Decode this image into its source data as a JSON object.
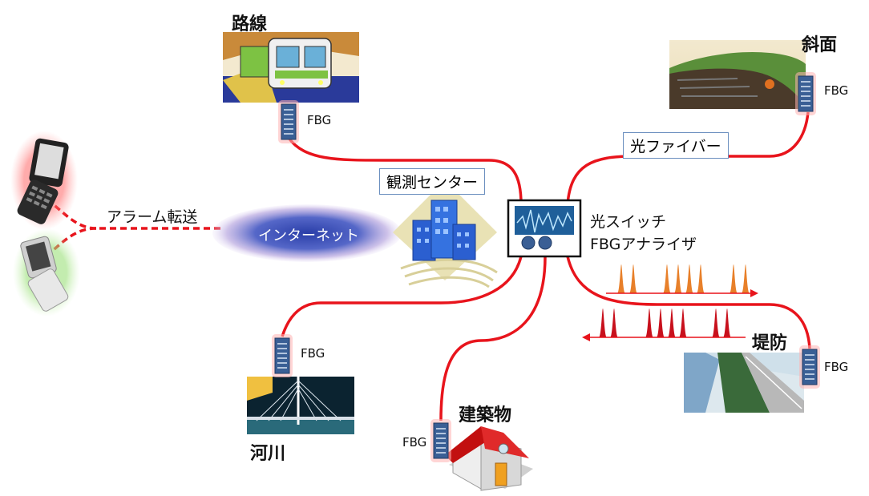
{
  "sites": {
    "line": "路線",
    "slope": "斜面",
    "river": "河川",
    "building": "建築物",
    "levee": "堤防"
  },
  "sensor_label": "FBG",
  "center_label": "観測センター",
  "fiber_label": "光ファイバー",
  "internet_label": "インターネット",
  "alarm_label": "アラーム転送",
  "switch_label": {
    "line1": "光スイッチ",
    "line2": "FBGアナライザ"
  },
  "colors": {
    "fiber": "#e8141c",
    "internet": "#7a88d8",
    "forward_pulse": "#e8802a",
    "return_pulse": "#c8101c",
    "box_border": "#6b8fbf"
  },
  "icons": [
    "train-icon",
    "cliff-icon",
    "bridge-icon",
    "house-icon",
    "levee-icon",
    "building-icon",
    "analyzer-icon",
    "cellphone-icon"
  ]
}
